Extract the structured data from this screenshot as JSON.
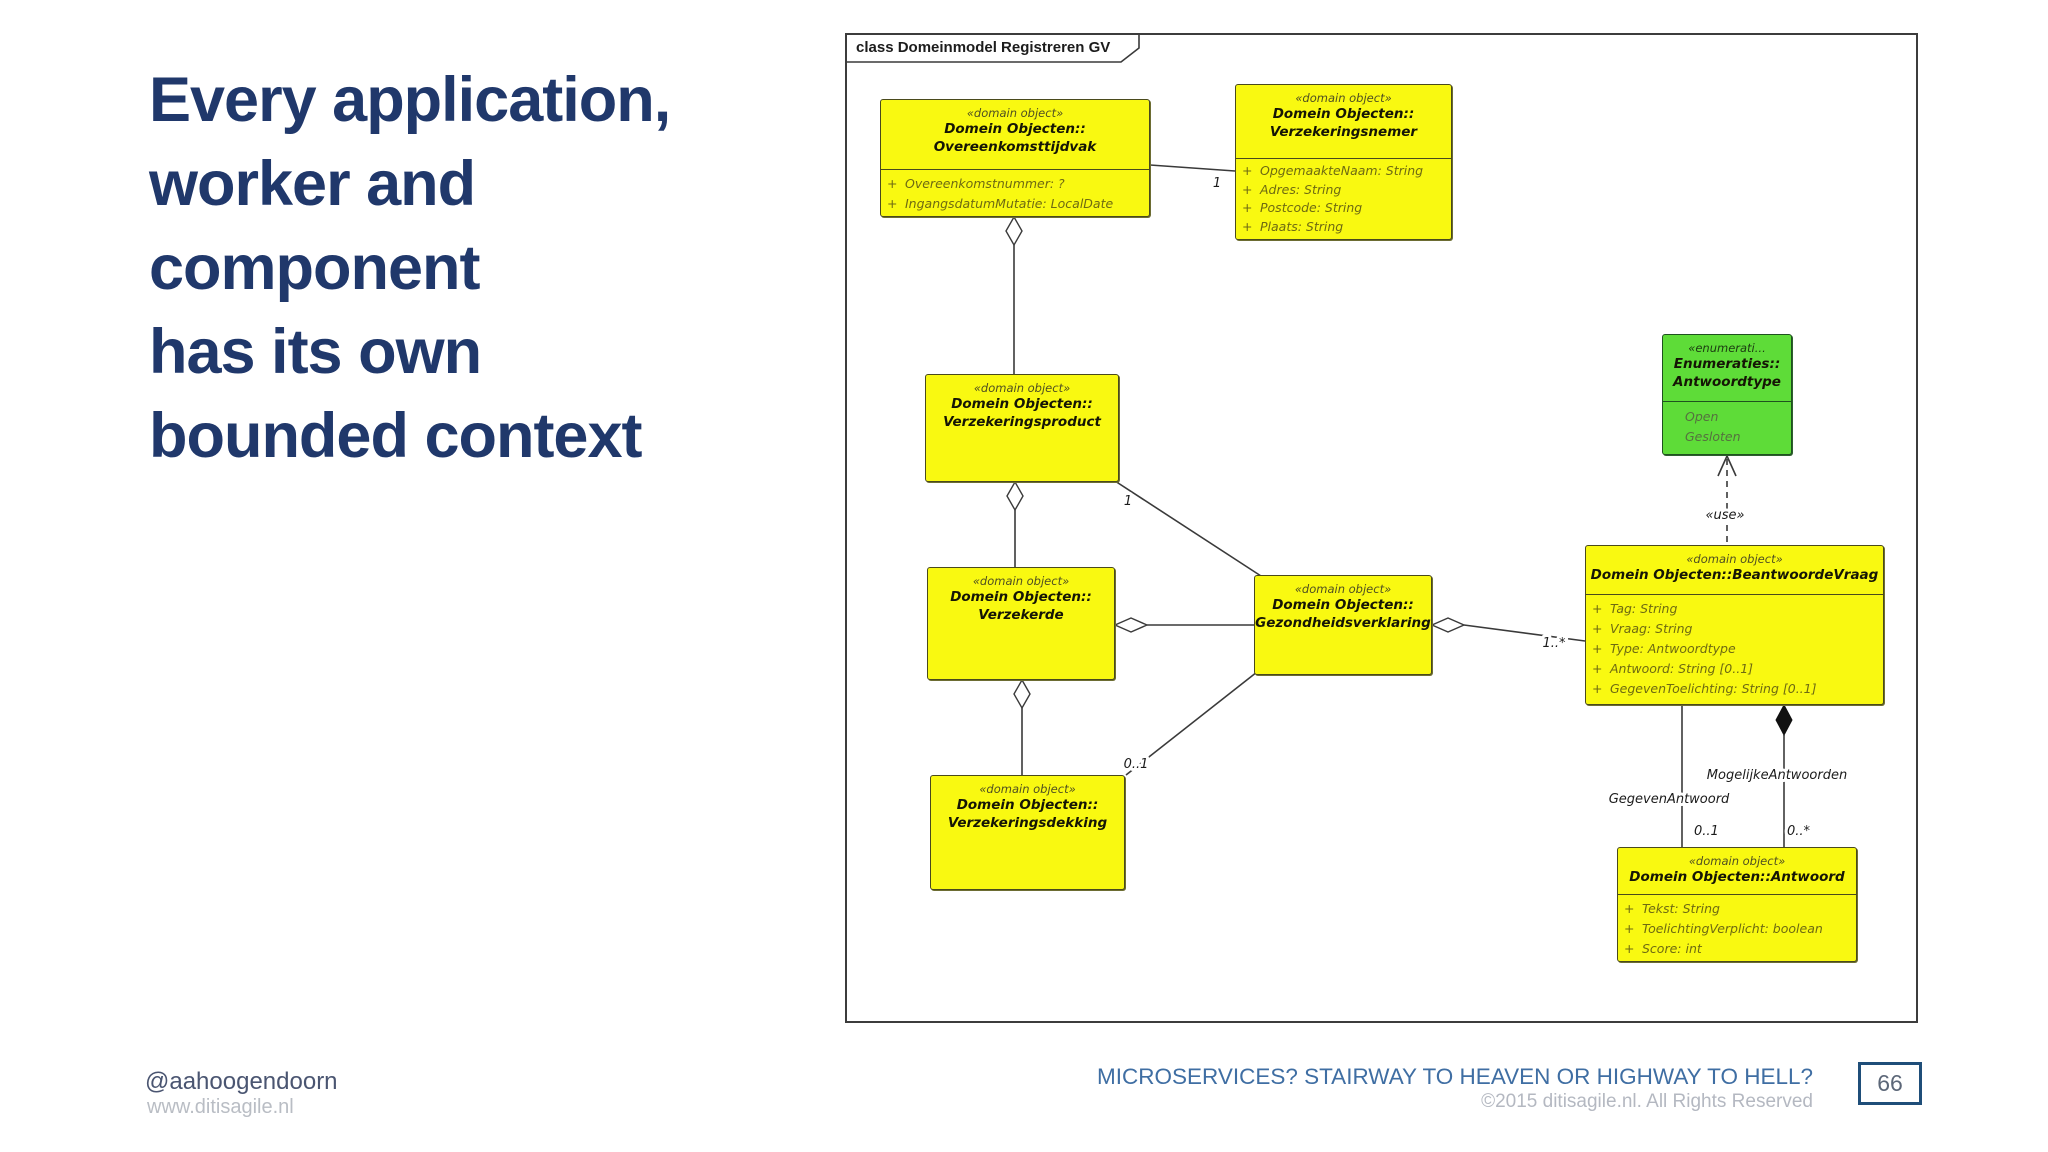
{
  "slide": {
    "title_lines": [
      "Every application,",
      "worker and",
      "component",
      "has its own",
      "bounded context"
    ],
    "footer": {
      "handle": "@aahoogendoorn",
      "website": "www.ditisagile.nl",
      "presentation_title": "MICROSERVICES? STAIRWAY TO HEAVEN OR HIGHWAY TO HELL?",
      "copyright": "©2015 ditisagile.nl. All Rights Reserved",
      "page_number": "66"
    }
  },
  "diagram": {
    "frame_label": "class Domeinmodel Registreren GV",
    "classes": {
      "tijdvak": {
        "stereotype": "«domain object»",
        "name1": "Domein Objecten::",
        "name2": "Overeenkomsttijdvak",
        "attrs": [
          {
            "vis": "+",
            "text": "Overeenkomstnummer: ?"
          },
          {
            "vis": "+",
            "text": "IngangsdatumMutatie: LocalDate"
          }
        ]
      },
      "nemer": {
        "stereotype": "«domain object»",
        "name1": "Domein Objecten::",
        "name2": "Verzekeringsnemer",
        "attrs": [
          {
            "vis": "+",
            "text": "OpgemaakteNaam: String"
          },
          {
            "vis": "+",
            "text": "Adres: String"
          },
          {
            "vis": "+",
            "text": "Postcode: String"
          },
          {
            "vis": "+",
            "text": "Plaats: String"
          }
        ]
      },
      "product": {
        "stereotype": "«domain object»",
        "name1": "Domein Objecten::",
        "name2": "Verzekeringsproduct"
      },
      "verzekerde": {
        "stereotype": "«domain object»",
        "name1": "Domein Objecten::",
        "name2": "Verzekerde"
      },
      "gezondheid": {
        "stereotype": "«domain object»",
        "name1": "Domein Objecten::",
        "name2": "Gezondheidsverklaring"
      },
      "dekking": {
        "stereotype": "«domain object»",
        "name1": "Domein Objecten::",
        "name2": "Verzekeringsdekking"
      },
      "antwoordtype": {
        "stereotype": "«enumerati...",
        "name1": "Enumeraties::",
        "name2": "Antwoordtype",
        "literals": [
          "Open",
          "Gesloten"
        ]
      },
      "beantwoorde": {
        "stereotype": "«domain object»",
        "name1": "Domein Objecten::BeantwoordeVraag",
        "attrs": [
          {
            "vis": "+",
            "text": "Tag: String"
          },
          {
            "vis": "+",
            "text": "Vraag: String"
          },
          {
            "vis": "+",
            "text": "Type: Antwoordtype"
          },
          {
            "vis": "+",
            "text": "Antwoord: String [0..1]"
          },
          {
            "vis": "+",
            "text": "GegevenToelichting: String [0..1]"
          }
        ]
      },
      "antwoord": {
        "stereotype": "«domain object»",
        "name1": "Domein Objecten::Antwoord",
        "attrs": [
          {
            "vis": "+",
            "text": "Tekst: String"
          },
          {
            "vis": "+",
            "text": "ToelichtingVerplicht: boolean"
          },
          {
            "vis": "+",
            "text": "Score: int"
          }
        ]
      }
    },
    "edge_labels": {
      "tijdvak_nemer_mult": "1",
      "product_gezondheid_mult": "1",
      "dekking_gezondheid_mult": "0..1",
      "gezondheid_beantwoorde_mult": "1..*",
      "use": "«use»",
      "gegeven_antwoord": "GegevenAntwoord",
      "gegeven_antwoord_mult": "0..1",
      "mogelijke_antwoorden": "MogelijkeAntwoorden",
      "mogelijke_antwoorden_mult": "0..*"
    },
    "colors": {
      "class_fill": "#f9f911",
      "class_border": "#4a4a1c",
      "enum_fill": "#5edc38",
      "enum_border": "#1f521f",
      "title_navy": "#20386b",
      "footer_blue": "#3f6ea3"
    }
  }
}
